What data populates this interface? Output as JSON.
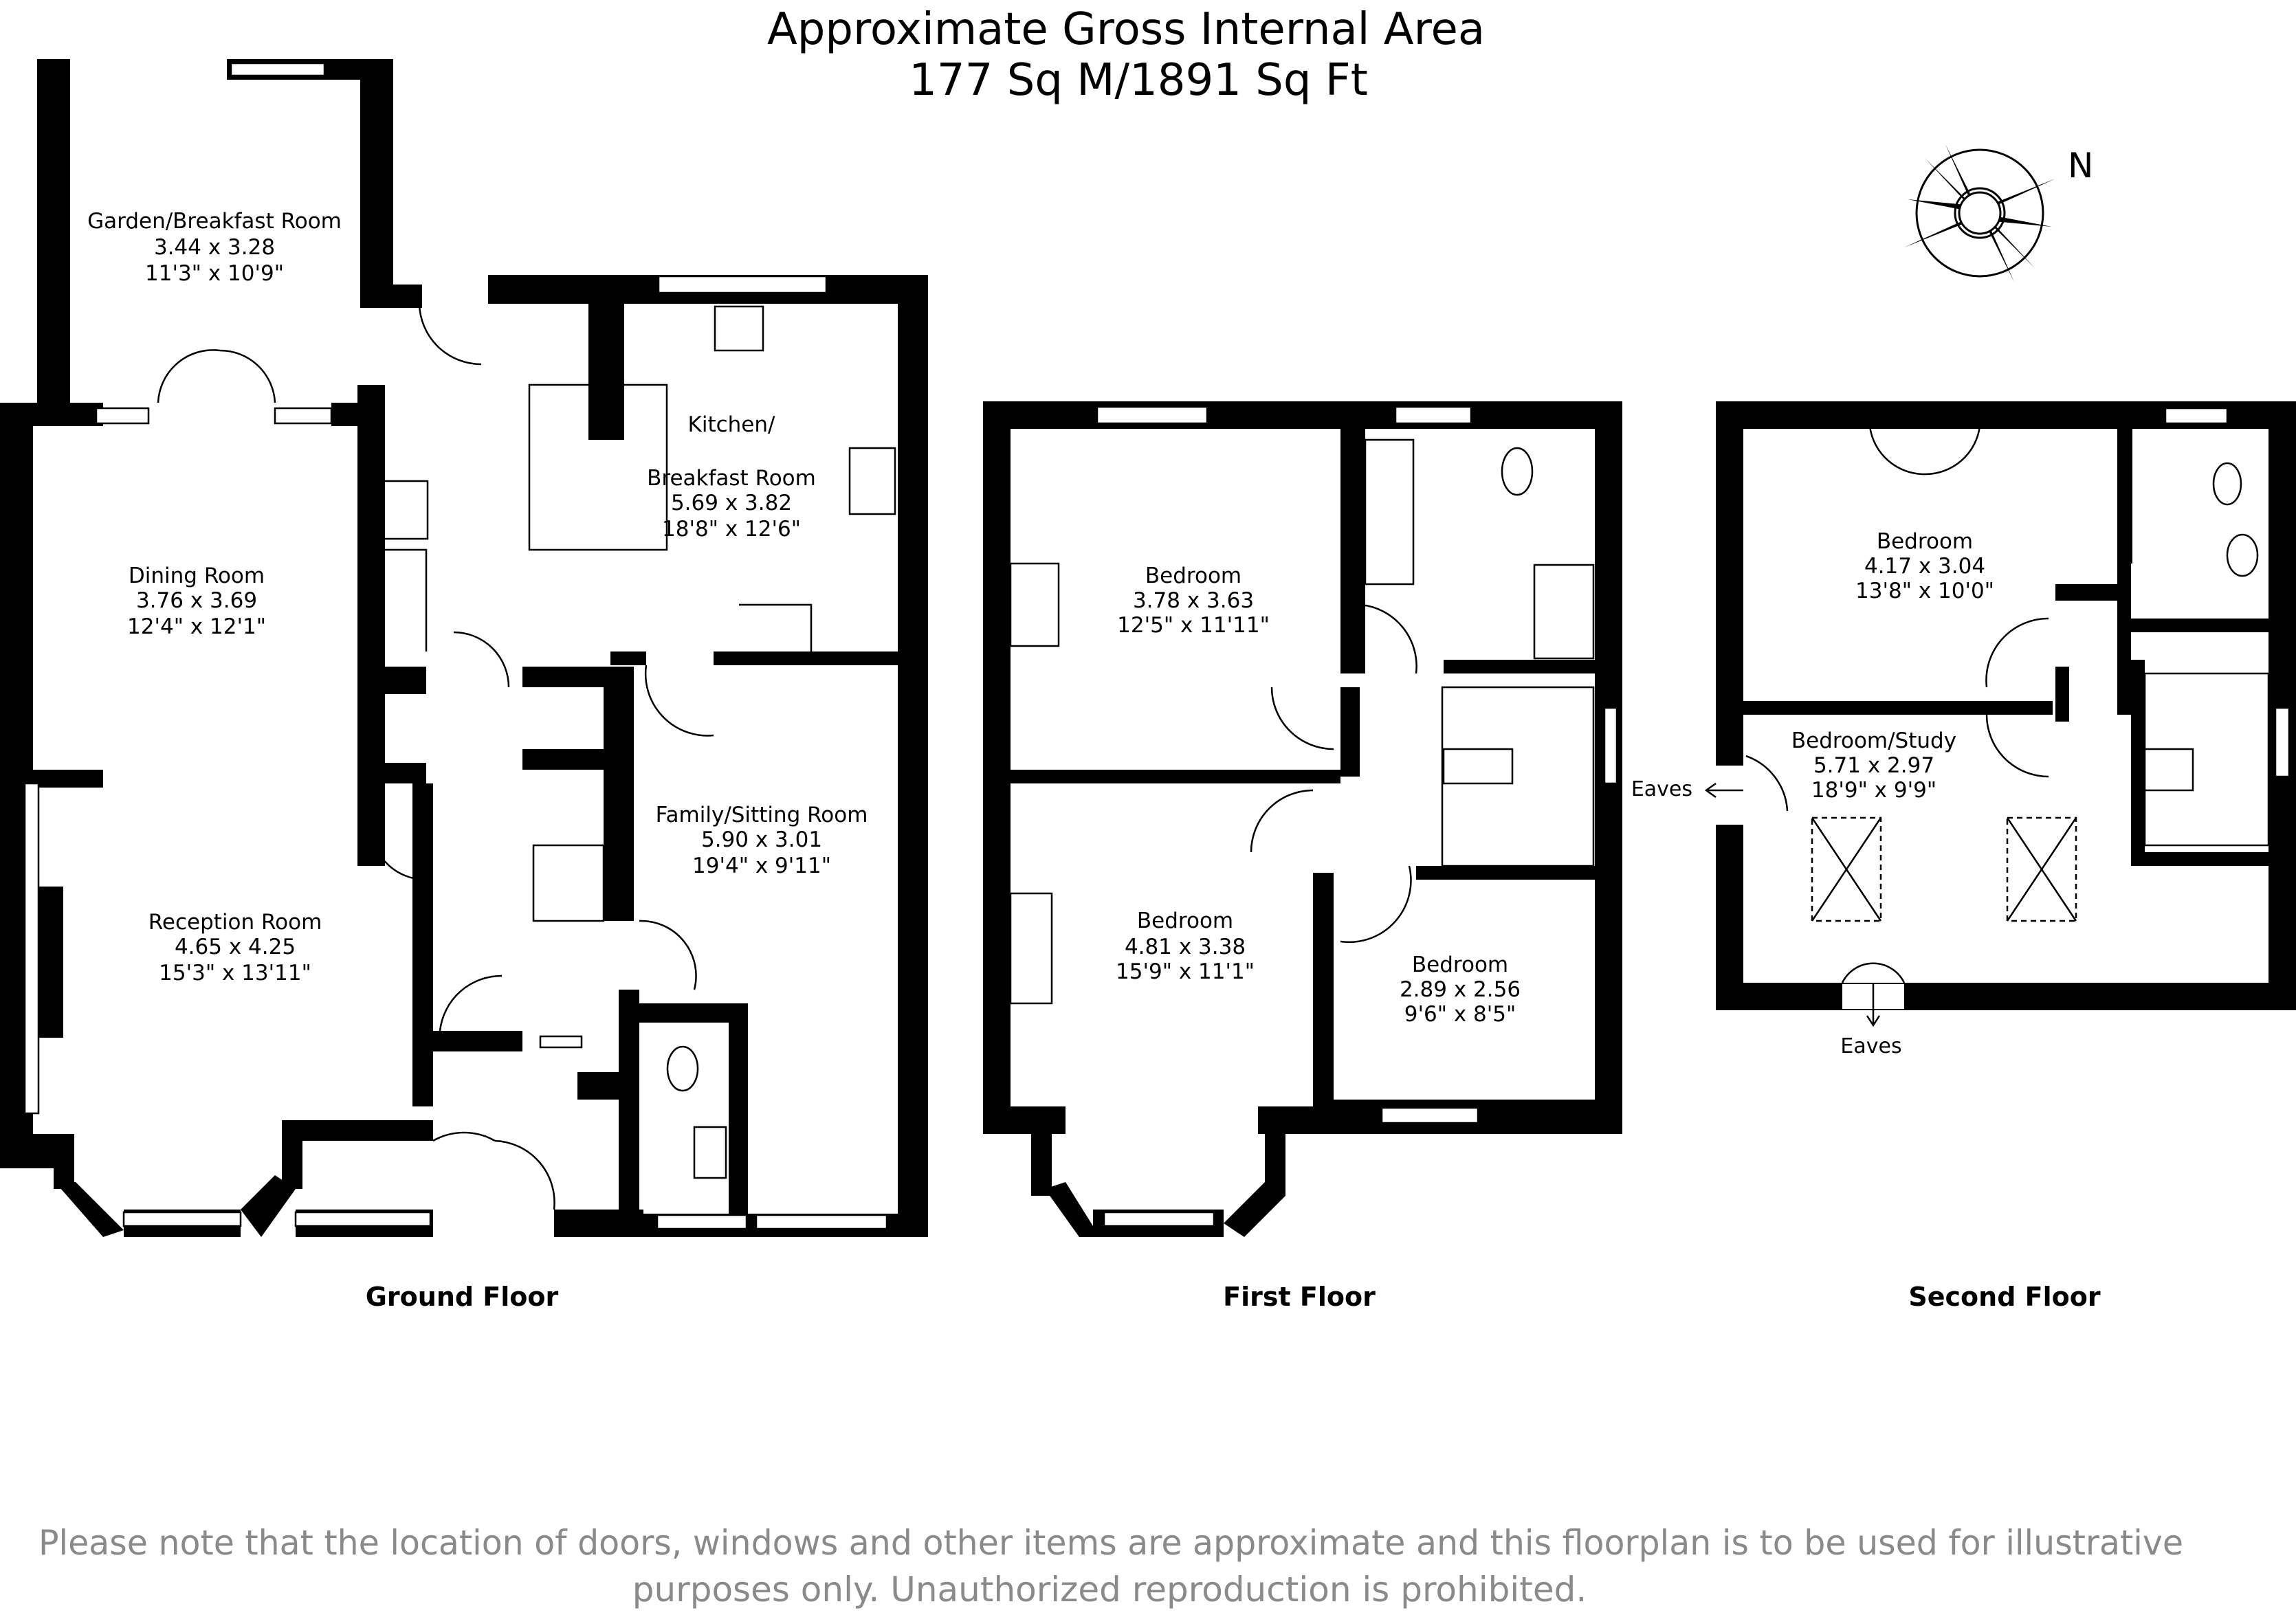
{
  "title": {
    "line1": "Approximate Gross Internal Area",
    "line2": "177 Sq M/1891 Sq Ft"
  },
  "compass": {
    "north_label": "N",
    "icon": "compass-rose-icon"
  },
  "floors": {
    "ground": {
      "label": "Ground Floor",
      "rooms": [
        {
          "name": "Garden/Breakfast Room",
          "metric": "3.44 x 3.28",
          "imperial": "11'3\" x 10'9\""
        },
        {
          "name": "Kitchen/",
          "name2": "Breakfast Room",
          "metric": "5.69 x 3.82",
          "imperial": "18'8\" x 12'6\""
        },
        {
          "name": "Dining Room",
          "metric": "3.76 x 3.69",
          "imperial": "12'4\" x 12'1\""
        },
        {
          "name": "Family/Sitting Room",
          "metric": "5.90 x 3.01",
          "imperial": "19'4\" x 9'11\""
        },
        {
          "name": "Reception Room",
          "metric": "4.65 x 4.25",
          "imperial": "15'3\" x 13'11\""
        }
      ]
    },
    "first": {
      "label": "First Floor",
      "rooms": [
        {
          "name": "Bedroom",
          "metric": "3.78 x 3.63",
          "imperial": "12'5\" x 11'11\""
        },
        {
          "name": "Bedroom",
          "metric": "4.81 x 3.38",
          "imperial": "15'9\" x 11'1\""
        },
        {
          "name": "Bedroom",
          "metric": "2.89 x 2.56",
          "imperial": "9'6\" x 8'5\""
        }
      ]
    },
    "second": {
      "label": "Second Floor",
      "rooms": [
        {
          "name": "Bedroom",
          "metric": "4.17 x 3.04",
          "imperial": "13'8\" x 10'0\""
        },
        {
          "name": "Bedroom/Study",
          "metric": "5.71 x 2.97",
          "imperial": "18'9\" x 9'9\""
        }
      ],
      "eaves_left": "Eaves",
      "eaves_bottom": "Eaves"
    }
  },
  "disclaimer": {
    "line1": "Please note that the location of doors, windows and other items are approximate and this floorplan is to be used for illustrative",
    "line2": "purposes only. Unauthorized reproduction is prohibited."
  }
}
